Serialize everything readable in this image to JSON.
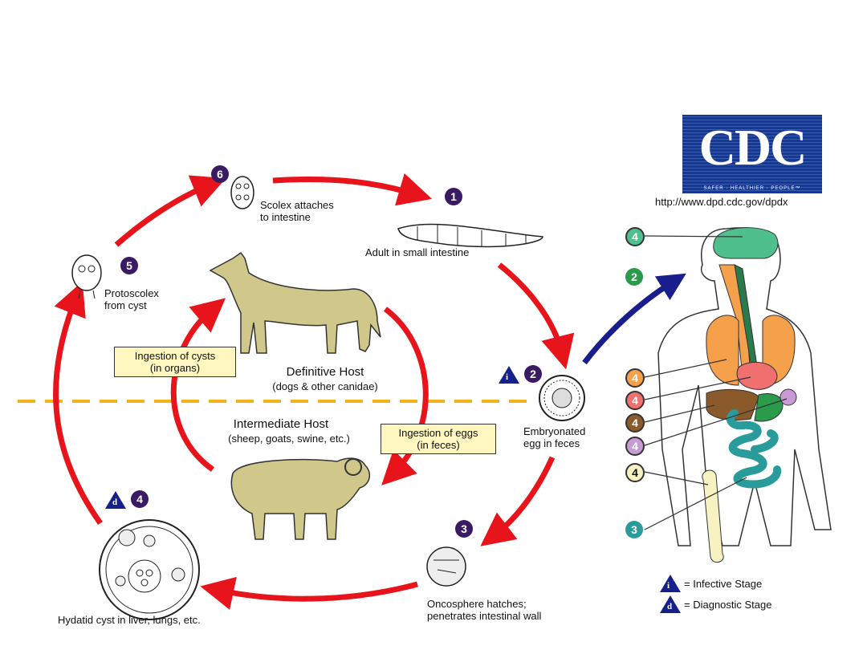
{
  "logo": {
    "text": "CDC",
    "tagline": "SAFER · HEALTHIER · PEOPLE™"
  },
  "url": "http://www.dpd.cdc.gov/dpdx",
  "stages": {
    "s1": {
      "number": "1",
      "label": "Adult in small intestine"
    },
    "s2": {
      "number": "2",
      "label": "Embryonated\negg in feces"
    },
    "s3": {
      "number": "3",
      "label": "Oncosphere hatches;\npenetrates intestinal wall"
    },
    "s4": {
      "number": "4",
      "label": "Hydatid cyst in liver, lungs, etc."
    },
    "s5": {
      "number": "5",
      "label": "Protoscolex\nfrom cyst"
    },
    "s6": {
      "number": "6",
      "label": "Scolex attaches\nto intestine"
    }
  },
  "hosts": {
    "definitive": {
      "title": "Definitive Host",
      "subtitle": "(dogs & other canidae)"
    },
    "intermediate": {
      "title": "Intermediate Host",
      "subtitle": "(sheep, goats, swine, etc.)"
    }
  },
  "boxes": {
    "cysts": "Ingestion of cysts\n(in organs)",
    "eggs": "Ingestion of eggs\n(in feces)"
  },
  "human_markers": {
    "brain": "4",
    "arrow": "2",
    "lungs": "4",
    "heart": "4",
    "liver": "4",
    "spleen": "4",
    "bone": "4",
    "intestine": "3"
  },
  "symbols": {
    "infective": "i",
    "diagnostic": "d"
  },
  "legend": {
    "infective": "= Infective Stage",
    "diagnostic": "= Diagnostic Stage"
  },
  "colors": {
    "cycle_arrow": "#e8141b",
    "human_arrow": "#1a1e8c",
    "divider": "#f2b21b",
    "stage_badge": "#3a1a63",
    "brain": "#4fc08d",
    "lungs": "#f5a04a",
    "heart": "#f07070",
    "liver": "#8a5a2b",
    "spleen": "#c89ad6",
    "bone": "#f7f2c2",
    "intestine": "#2a9b9b",
    "animal": "#cfc88a",
    "note_box": "#fff6c0"
  }
}
